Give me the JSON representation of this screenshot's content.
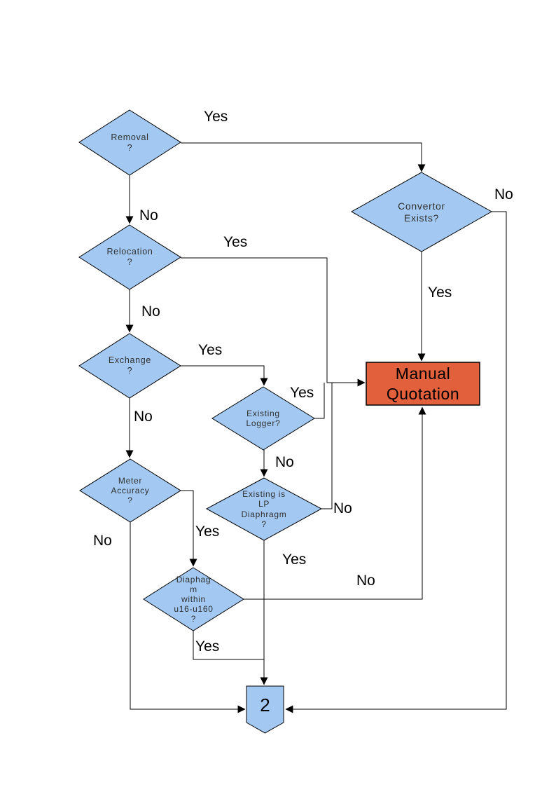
{
  "diagram": {
    "type": "flowchart",
    "nodes": {
      "removal": {
        "label": "Removal\n?",
        "shape": "decision"
      },
      "convertor_exists": {
        "label": "Convertor\nExists?",
        "shape": "decision"
      },
      "relocation": {
        "label": "Relocation\n?",
        "shape": "decision"
      },
      "exchange": {
        "label": "Exchange\n?",
        "shape": "decision"
      },
      "existing_logger": {
        "label": "Existing\nLogger?",
        "shape": "decision"
      },
      "manual_quotation": {
        "label": "Manual\nQuotation",
        "shape": "process"
      },
      "meter_accuracy": {
        "label": "Meter\nAccuracy\n?",
        "shape": "decision"
      },
      "existing_lp": {
        "label": "Existing is\nLP\nDiaphragm\n?",
        "shape": "decision"
      },
      "diaphragm_range": {
        "label": "Diaphag\nm\nwithin\nu16-u160\n?",
        "shape": "decision"
      },
      "offpage_2": {
        "label": "2",
        "shape": "offpage-connector"
      }
    },
    "edge_labels": {
      "removal_yes": "Yes",
      "removal_no": "No",
      "convertor_no": "No",
      "convertor_yes": "Yes",
      "relocation_yes": "Yes",
      "relocation_no": "No",
      "exchange_yes": "Yes",
      "exchange_no": "No",
      "logger_yes": "Yes",
      "logger_no": "No",
      "lp_no": "No",
      "lp_yes": "Yes",
      "meter_yes": "Yes",
      "meter_no": "No",
      "diaphragm_no": "No",
      "diaphragm_yes": "Yes"
    }
  },
  "colors": {
    "node_fill": "#A3C9F3",
    "node_border": "#000000",
    "highlight_fill": "#E2603C",
    "line_color": "#000000",
    "node_text": "#303030"
  }
}
